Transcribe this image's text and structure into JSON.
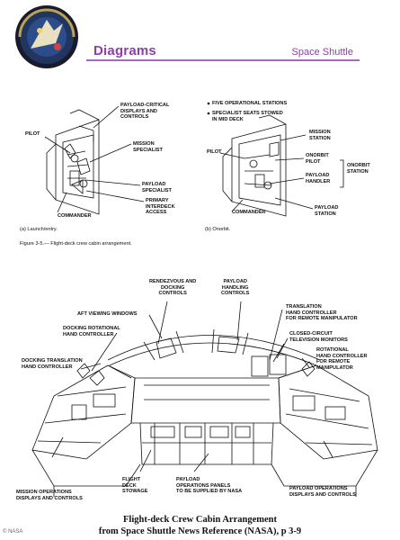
{
  "header": {
    "title": "Diagrams",
    "subtitle": "Space Shuttle"
  },
  "fig_a": {
    "labels": {
      "payload_critical": "PAYLOAD-CRITICAL\nDISPLAYS AND\nCONTROLS",
      "pilot": "PILOT",
      "mission_specialist": "MISSION\nSPECIALIST",
      "payload_specialist": "PAYLOAD\nSPECIALIST",
      "primary_interdeck": "PRIMARY\nINTERDECK\nACCESS",
      "commander": "COMMANDER"
    },
    "subcaption": "(a) Launch/entry."
  },
  "fig_b": {
    "notes": [
      "FIVE OPERATIONAL STATIONS",
      "SPECIALIST SEATS STOWED\nIN MID DECK"
    ],
    "labels": {
      "mission_station": "MISSION\nSTATION",
      "pilot": "PILOT",
      "onorbit_pilot": "ONORBIT\nPILOT",
      "payload_handler": "PAYLOAD\nHANDLER",
      "onorbit_station": "ONORBIT\nSTATION",
      "commander": "COMMANDER",
      "payload_station": "PAYLOAD\nSTATION"
    },
    "subcaption": "(b) Onorbit."
  },
  "figure_caption": "Figure 3-5.— Flight-deck crew cabin arrangement.",
  "main_fig": {
    "labels": {
      "rendezvous": "RENDEZVOUS AND\nDOCKING\nCONTROLS",
      "payload_handling": "PAYLOAD\nHANDLING\nCONTROLS",
      "aft_windows": "AFT VIEWING WINDOWS",
      "translation_hc": "TRANSLATION\nHAND CONTROLLER\nFOR REMOTE MANIPULATOR",
      "docking_rotational": "DOCKING ROTATIONAL\nHAND CONTROLLER",
      "cctv": "CLOSED-CIRCUIT\nTELEVISION MONITORS",
      "docking_translation": "DOCKING TRANSLATION\nHAND CONTROLLER",
      "rotational_hc": "ROTATIONAL\nHAND CONTROLLER\nFOR REMOTE\nMANIPULATOR",
      "mission_ops_left": "MISSION OPERATIONS\nDISPLAYS AND CONTROLS",
      "flight_deck_stowage": "FLIGHT\nDECK\nSTOWAGE",
      "payload_ops_panels": "PAYLOAD\nOPERATIONS PANELS\nTO BE SUPPLIED BY NASA",
      "payload_ops_right": "PAYLOAD OPERATIONS\nDISPLAYS AND CONTROLS"
    }
  },
  "caption": {
    "line1": "Flight-deck Crew Cabin Arrangement",
    "line2": "from Space Shuttle News Reference (NASA), p 3-9"
  },
  "credit": "© NASA",
  "colors": {
    "accent": "#8d3ea8"
  }
}
